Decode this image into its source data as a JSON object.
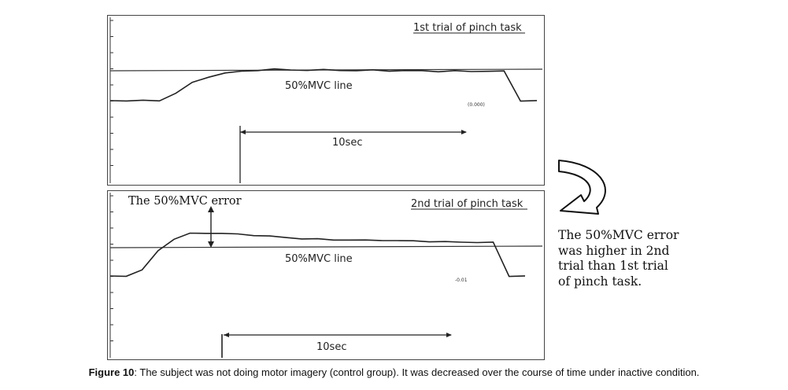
{
  "figure": {
    "caption_label": "Figure 10",
    "caption_text": ": The subject was not doing motor imagery (control group). It was decreased over the course of time under inactive condition.",
    "note_lines": [
      "The 50%MVC error",
      "was higher in 2nd",
      "trial than 1st trial",
      "of pinch task."
    ],
    "curved_arrow_icon": "curved-arrow-icon"
  },
  "chart_data": [
    {
      "type": "line",
      "title": "1st trial of pinch task",
      "reference_line_label": "50%MVC line",
      "duration_label": "10sec",
      "x_units": "sec",
      "x": [
        0,
        1,
        2,
        3,
        4,
        5,
        6,
        7,
        8,
        9,
        10,
        11,
        12,
        13,
        14,
        15,
        16,
        17,
        18,
        19,
        20,
        21,
        22,
        23,
        24,
        25,
        26
      ],
      "series": [
        {
          "values": [
            0.0,
            0.0,
            0.0,
            0.0,
            0.25,
            0.6,
            0.8,
            0.92,
            0.98,
            1.02,
            1.05,
            1.03,
            1.02,
            1.03,
            1.02,
            1.0,
            1.02,
            1.0,
            1.0,
            1.0,
            0.98,
            0.99,
            0.98,
            0.99,
            0.98,
            0.0,
            0.0
          ]
        }
      ],
      "reference_value": 1.0,
      "grid": false
    },
    {
      "type": "line",
      "title": "2nd trial of pinch task",
      "reference_line_label": "50%MVC line",
      "error_label": "The 50%MVC error",
      "duration_label": "10sec",
      "x_units": "sec",
      "x": [
        0,
        1,
        2,
        3,
        4,
        5,
        6,
        7,
        8,
        9,
        10,
        11,
        12,
        13,
        14,
        15,
        16,
        17,
        18,
        19,
        20,
        21,
        22,
        23,
        24,
        25,
        26
      ],
      "series": [
        {
          "values": [
            0.0,
            0.0,
            0.2,
            0.9,
            1.3,
            1.5,
            1.52,
            1.5,
            1.48,
            1.44,
            1.4,
            1.36,
            1.32,
            1.3,
            1.28,
            1.27,
            1.26,
            1.27,
            1.24,
            1.24,
            1.22,
            1.2,
            1.2,
            1.19,
            1.18,
            0.0,
            0.0
          ]
        }
      ],
      "reference_value": 1.0,
      "grid": false
    }
  ]
}
